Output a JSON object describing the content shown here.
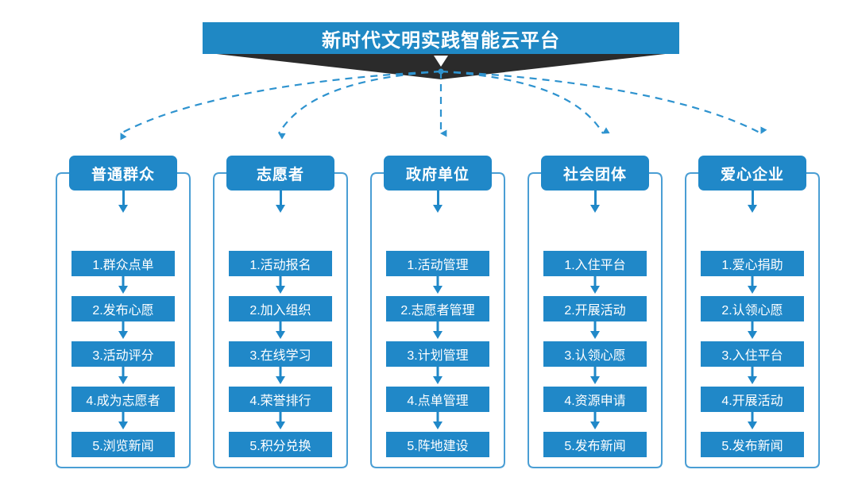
{
  "banner": {
    "title": "新时代文明实践智能云平台",
    "color": "#1f88c4",
    "shadow_color": "#2b2b2b",
    "chevron_icon": "chevron-down-icon"
  },
  "theme": {
    "accent": "#2088c8",
    "frame_border": "#4a9ed4",
    "connector": "#2e93cf",
    "background": "#ffffff"
  },
  "columns": [
    {
      "id": "ordinary-public",
      "header": "普通群众",
      "items": [
        "1.群众点单",
        "2.发布心愿",
        "3.活动评分",
        "4.成为志愿者",
        "5.浏览新闻"
      ],
      "more": "•••"
    },
    {
      "id": "volunteer",
      "header": "志愿者",
      "items": [
        "1.活动报名",
        "2.加入组织",
        "3.在线学习",
        "4.荣誉排行",
        "5.积分兑换"
      ],
      "more": "•••"
    },
    {
      "id": "government-unit",
      "header": "政府单位",
      "items": [
        "1.活动管理",
        "2.志愿者管理",
        "3.计划管理",
        "4.点单管理",
        "5.阵地建设"
      ],
      "more": "•••"
    },
    {
      "id": "social-group",
      "header": "社会团体",
      "items": [
        "1.入住平台",
        "2.开展活动",
        "3.认领心愿",
        "4.资源申请",
        "5.发布新闻"
      ],
      "more": "•••"
    },
    {
      "id": "charity-enterprise",
      "header": "爱心企业",
      "items": [
        "1.爱心捐助",
        "2.认领心愿",
        "3.入住平台",
        "4.开展活动",
        "5.发布新闻"
      ],
      "more": "•••"
    }
  ]
}
